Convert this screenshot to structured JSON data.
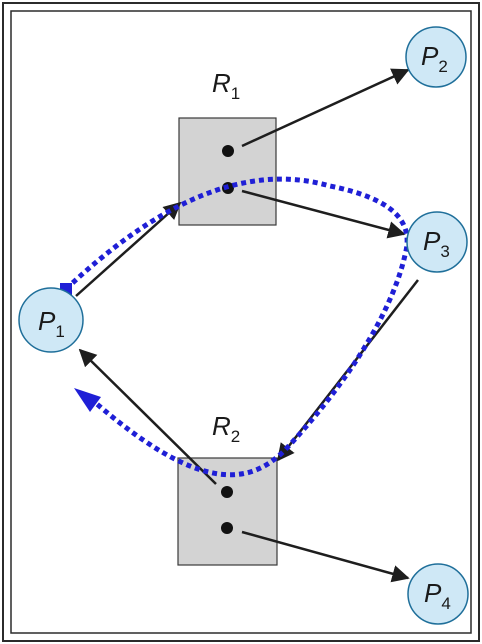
{
  "colors": {
    "frame": "#2b2b2b",
    "process_fill": "#cfe8f6",
    "process_stroke": "#1f6f9a",
    "resource_fill": "#d3d3d3",
    "resource_stroke": "#3a3a3a",
    "edge": "#1e1e1e",
    "cycle": "#1f1fd6"
  },
  "processes": [
    {
      "letter": "P",
      "sub": "1"
    },
    {
      "letter": "P",
      "sub": "2"
    },
    {
      "letter": "P",
      "sub": "3"
    },
    {
      "letter": "P",
      "sub": "4"
    }
  ],
  "resources": [
    {
      "letter": "R",
      "sub": "1",
      "instances": 2
    },
    {
      "letter": "R",
      "sub": "2",
      "instances": 2
    }
  ]
}
